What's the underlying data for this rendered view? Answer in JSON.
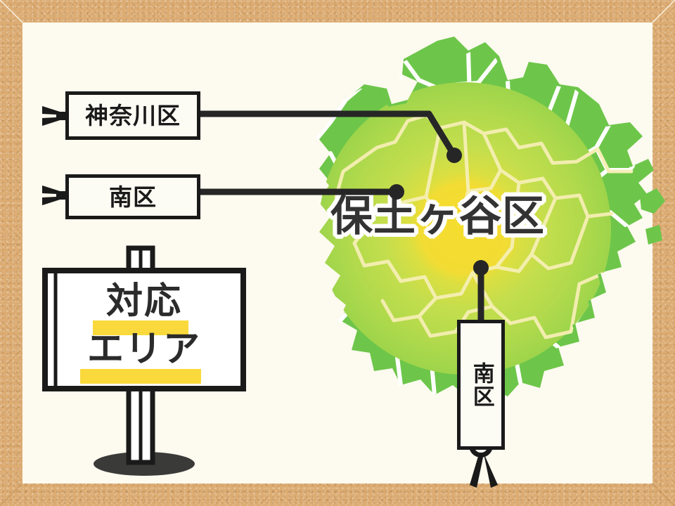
{
  "board": {
    "frame_color": "#dcac73",
    "background_color": "#fdfaef"
  },
  "signboard": {
    "line1": "対応",
    "line2": "エリア",
    "highlight_color": "#fad93c",
    "panel_color": "#fdfcf4",
    "outline_color": "#1a1a1a"
  },
  "map": {
    "title": "保土ヶ谷区",
    "title_color": "#333333",
    "title_outline_color": "#ffffff",
    "region_color": "#6dc64a",
    "boundary_color": "#ffffff",
    "gradient_center_color": "#f5dd2e",
    "gradient_mid_color": "#c6de4f",
    "gradient_outer_color": "#a8d84b",
    "inner_line_color": "#f7 efb0"
  },
  "callouts": [
    {
      "id": "kanagawa",
      "label": "神奈川区",
      "orientation": "horizontal",
      "marker": "arrow-pin"
    },
    {
      "id": "minami",
      "label": "南区",
      "orientation": "horizontal",
      "marker": "arrow-pin"
    },
    {
      "id": "minami-vertical",
      "label": "南区",
      "orientation": "vertical",
      "marker": "pin-stake"
    }
  ]
}
